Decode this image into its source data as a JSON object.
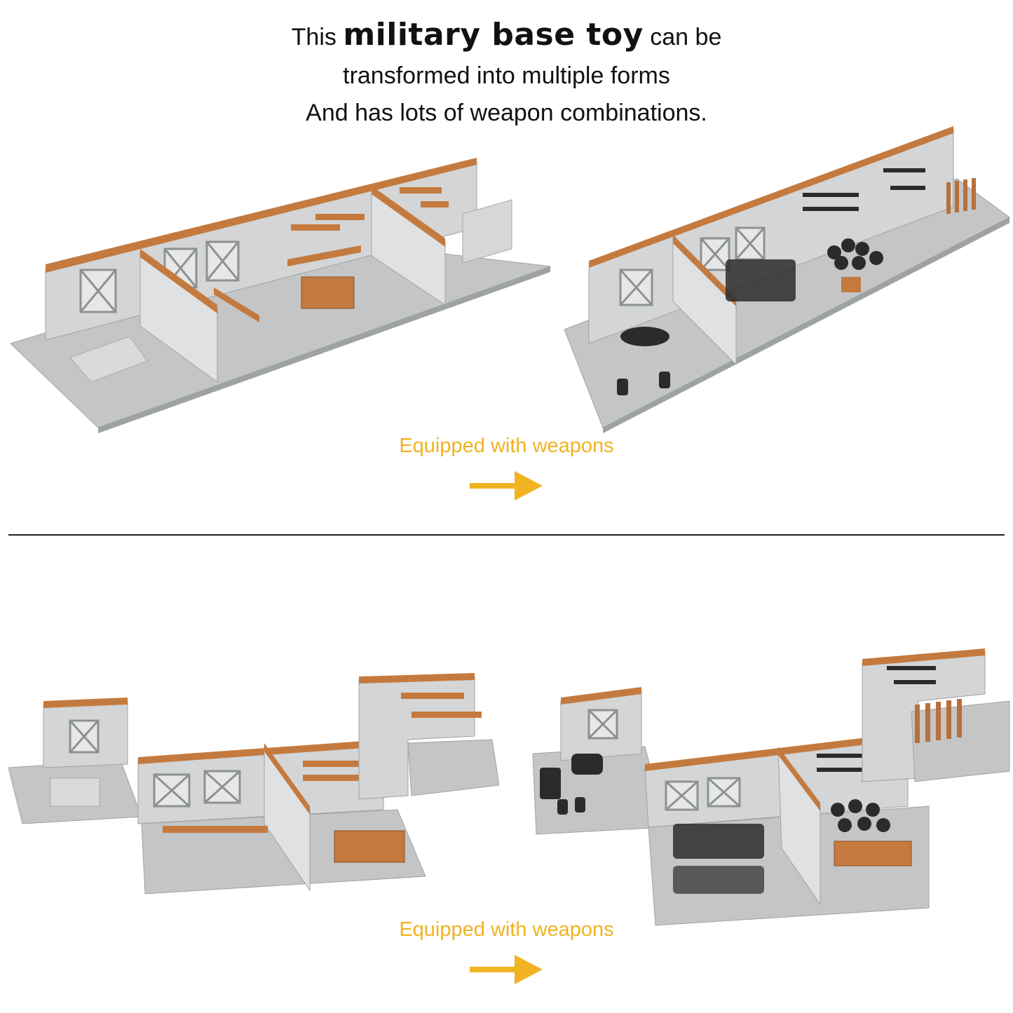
{
  "headline": {
    "line1_pre": "This ",
    "line1_bold": "military base toy",
    "line1_post": " can be",
    "line2": "transformed into multiple forms",
    "line3": "And has lots of weapon combinations."
  },
  "sections": [
    {
      "caption": "Equipped with weapons"
    },
    {
      "caption": "Equipped with weapons"
    }
  ],
  "colors": {
    "accent": "#f0b321",
    "wall": "#c9cccd",
    "floor": "#bfc1c2",
    "brick_trim": "#c47a3e",
    "weapon": "#2b2b2b",
    "divider": "#222222"
  }
}
